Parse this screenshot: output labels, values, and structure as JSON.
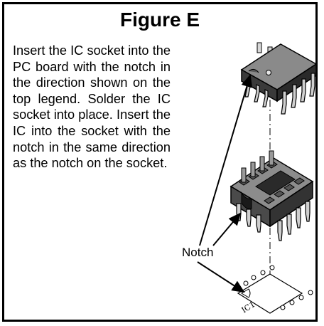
{
  "figure": {
    "title": "Figure E",
    "instructions": "Insert the IC socket into the PC board with the notch in the direction shown on the top legend. Solder the IC socket into place. Insert the IC into the socket with the notch in the same direction as the notch on the socket.",
    "notch_label": "Notch",
    "board_label": "IC1"
  }
}
